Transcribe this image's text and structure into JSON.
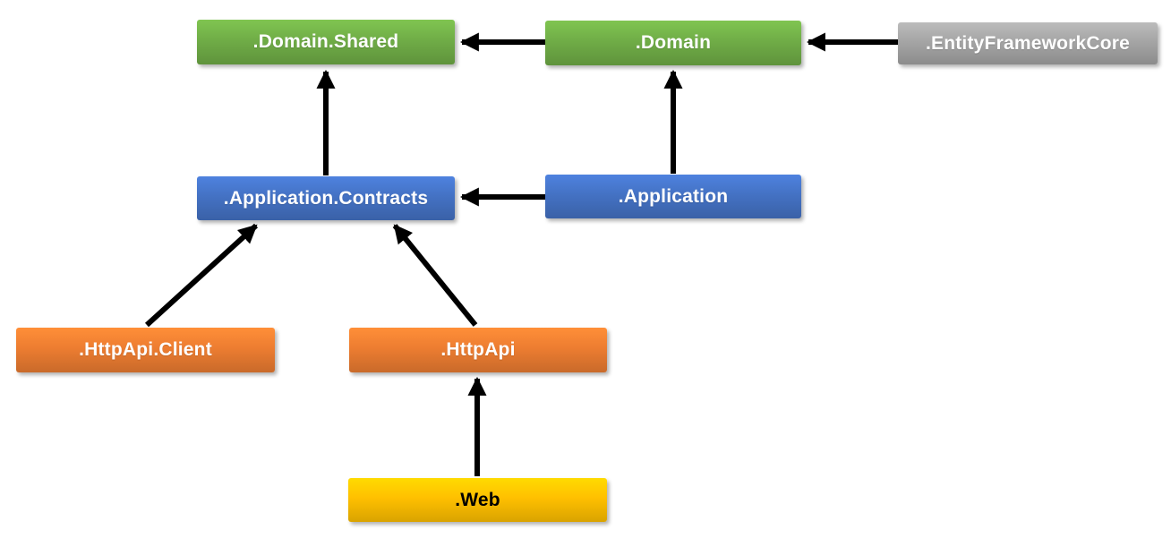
{
  "diagram": {
    "nodes": [
      {
        "id": "domain-shared",
        "label": ".Domain.Shared",
        "color": "#70AD47",
        "text_color": "#FFFFFF"
      },
      {
        "id": "domain",
        "label": ".Domain",
        "color": "#70AD47",
        "text_color": "#FFFFFF"
      },
      {
        "id": "entity-framework-core",
        "label": ".EntityFrameworkCore",
        "color": "#A5A5A5",
        "text_color": "#FFFFFF"
      },
      {
        "id": "application-contracts",
        "label": ".Application.Contracts",
        "color": "#4472C4",
        "text_color": "#FFFFFF"
      },
      {
        "id": "application",
        "label": ".Application",
        "color": "#4472C4",
        "text_color": "#FFFFFF"
      },
      {
        "id": "httpapi-client",
        "label": ".HttpApi.Client",
        "color": "#ED7D31",
        "text_color": "#FFFFFF"
      },
      {
        "id": "httpapi",
        "label": ".HttpApi",
        "color": "#ED7D31",
        "text_color": "#FFFFFF"
      },
      {
        "id": "web",
        "label": ".Web",
        "color": "#FFC000",
        "text_color": "#000000"
      }
    ],
    "edges": [
      {
        "from": "domain",
        "to": "domain-shared"
      },
      {
        "from": "entity-framework-core",
        "to": "domain"
      },
      {
        "from": "application-contracts",
        "to": "domain-shared"
      },
      {
        "from": "application",
        "to": "domain"
      },
      {
        "from": "application",
        "to": "application-contracts"
      },
      {
        "from": "httpapi-client",
        "to": "application-contracts"
      },
      {
        "from": "httpapi",
        "to": "application-contracts"
      },
      {
        "from": "web",
        "to": "httpapi"
      }
    ],
    "arrow_color": "#000000",
    "background_color": "#FFFFFF"
  }
}
